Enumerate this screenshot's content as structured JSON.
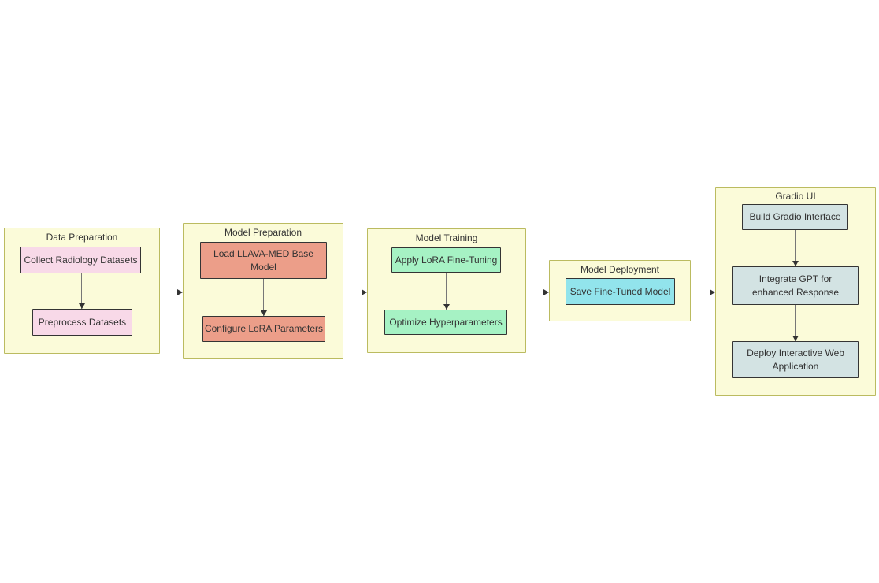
{
  "diagram": {
    "type": "flowchart",
    "direction": "left-to-right",
    "colors": {
      "page_bg": "#ffffff",
      "cluster_fill": "#fbfbd9",
      "cluster_border": "#bbbb60",
      "node_border": "#343434",
      "node_pink": "#f8d9e8",
      "node_salmon": "#ec9e89",
      "node_green": "#a6f2c4",
      "node_cyan": "#92e4ec",
      "node_bluegray": "#d3e3e3",
      "edge_line": "#777777",
      "arrowhead": "#333333",
      "text": "#333333"
    },
    "groups": [
      {
        "title": "Data Preparation",
        "nodes": [
          "Collect Radiology Datasets",
          "Preprocess Datasets"
        ]
      },
      {
        "title": "Model Preparation",
        "nodes": [
          "Load LLAVA-MED Base Model",
          "Configure LoRA Parameters"
        ]
      },
      {
        "title": "Model Training",
        "nodes": [
          "Apply LoRA Fine-Tuning",
          "Optimize Hyperparameters"
        ]
      },
      {
        "title": "Model Deployment",
        "nodes": [
          "Save Fine-Tuned Model"
        ]
      },
      {
        "title": "Gradio UI",
        "nodes": [
          "Build Gradio Interface",
          "Integrate GPT for enhanced Response",
          "Deploy Interactive Web Application"
        ]
      }
    ],
    "edges": {
      "between_groups": [
        "Data Preparation → Model Preparation",
        "Model Preparation → Model Training",
        "Model Training → Model Deployment",
        "Model Deployment → Gradio UI"
      ],
      "within_groups": [
        "Collect Radiology Datasets → Preprocess Datasets",
        "Load LLAVA-MED Base Model → Configure LoRA Parameters",
        "Apply LoRA Fine-Tuning → Optimize Hyperparameters",
        "Build Gradio Interface → Integrate GPT for enhanced Response",
        "Integrate GPT for enhanced Response → Deploy Interactive Web Application"
      ]
    }
  }
}
